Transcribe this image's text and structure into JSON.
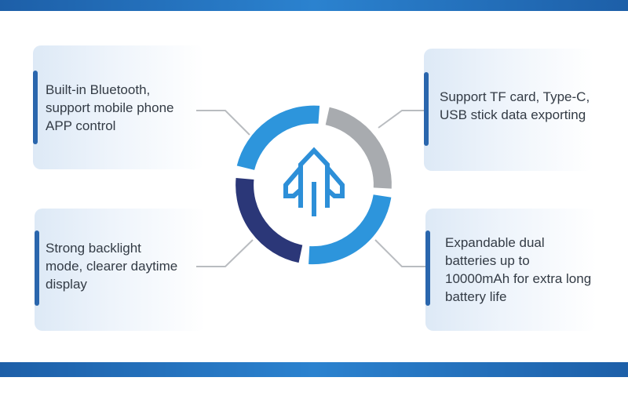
{
  "features": {
    "top_left": [
      "Built-in Bluetooth,",
      "support mobile phone",
      "APP control"
    ],
    "top_right": [
      "Support TF card, Type-C,",
      "USB stick data exporting"
    ],
    "bottom_left": [
      "Strong backlight",
      "mode, clearer daytime",
      "display"
    ],
    "bottom_right": [
      "Expandable dual",
      "batteries up to",
      "10000mAh for extra long",
      "battery life"
    ]
  },
  "colors": {
    "band_blue": "#2670bd",
    "ring_light_blue": "#2d95dc",
    "ring_gray": "#a8abaf",
    "ring_navy": "#2b3778",
    "icon_blue": "#2d8fd8",
    "connector_gray": "#b9bcc0",
    "card_accent": "#2a66ad"
  },
  "center_icon": "rocket-building-icon"
}
